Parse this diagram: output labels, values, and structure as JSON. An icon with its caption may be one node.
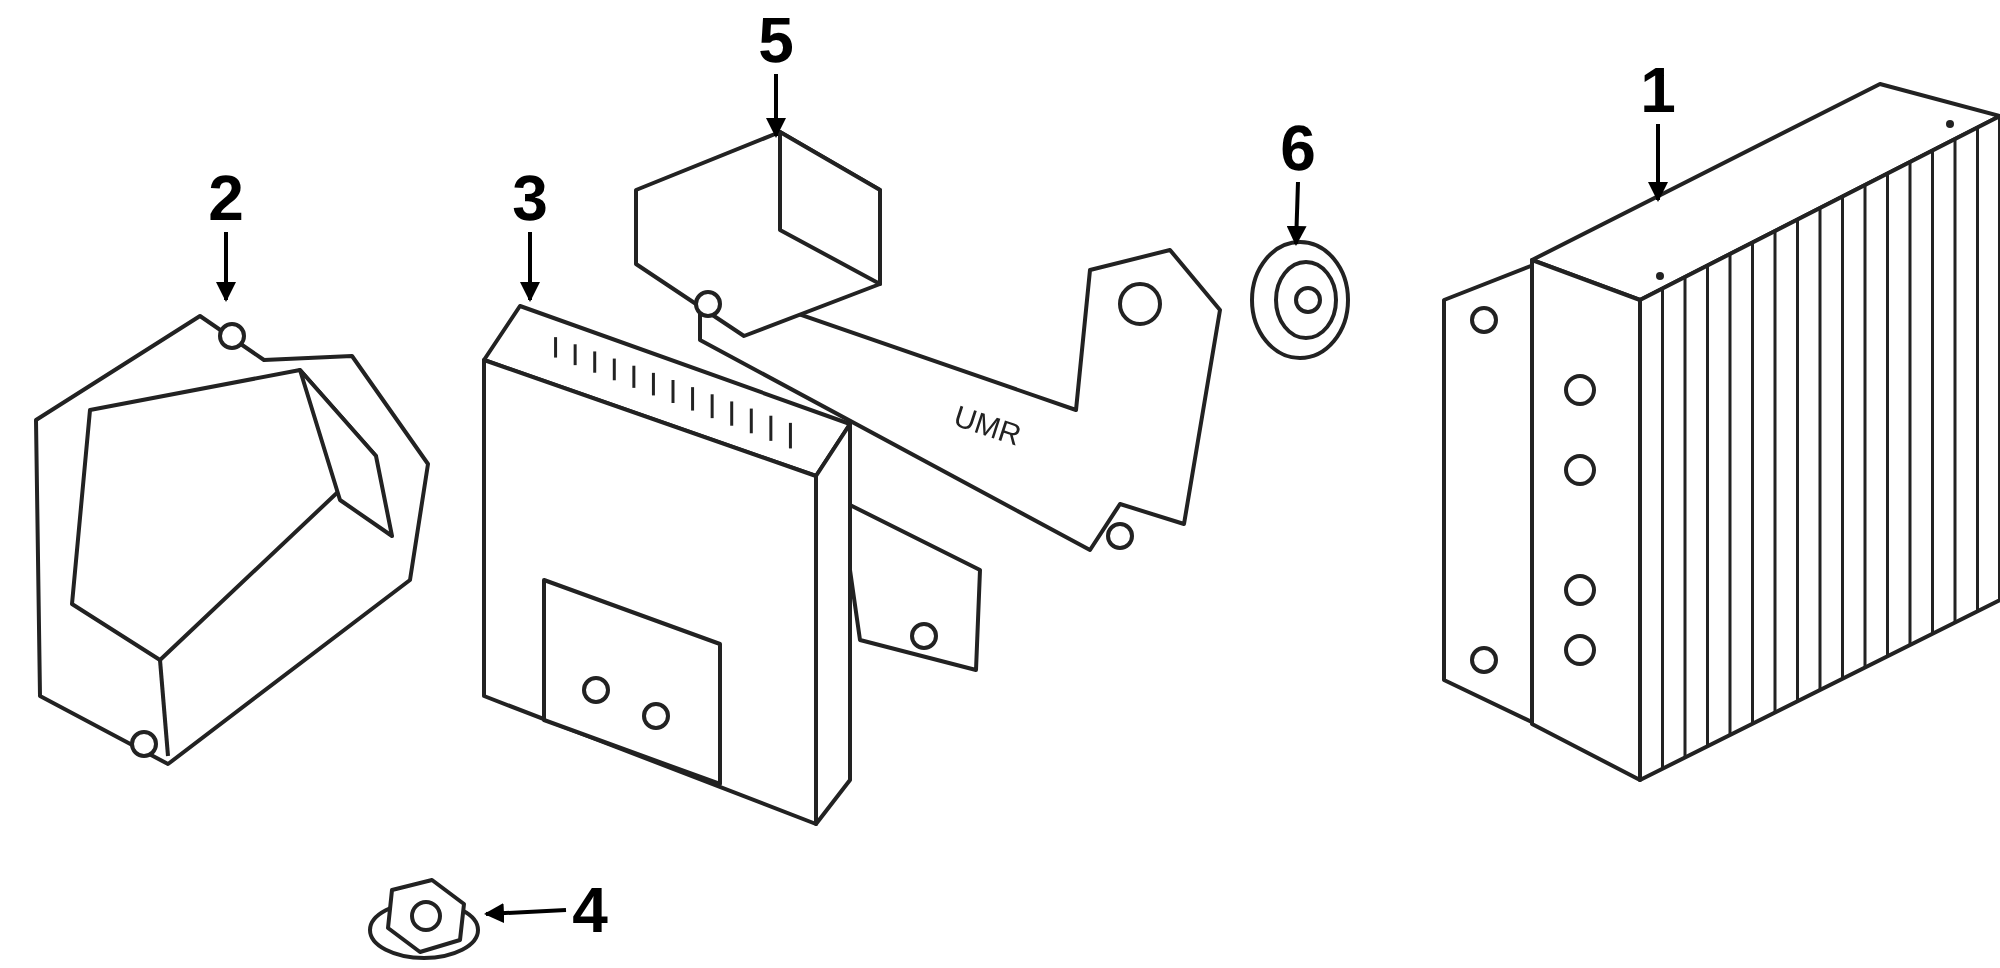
{
  "diagram": {
    "nodes": [
      {
        "text": [
          "1"
        ]
      },
      {
        "text": [
          "2"
        ]
      },
      {
        "text": [
          "3"
        ]
      },
      {
        "text": [
          "4"
        ]
      },
      {
        "text": [
          "5"
        ]
      },
      {
        "text": [
          "6"
        ]
      },
      {
        "text": [],
        "shape": "picture"
      },
      {
        "text": [],
        "shape": "picture"
      },
      {
        "text": [],
        "shape": "picture"
      },
      {
        "text": [],
        "shape": "picture"
      },
      {
        "text": [],
        "shape": "picture"
      },
      {
        "text": [],
        "shape": "picture"
      }
    ],
    "edges": [
      {
        "from": 0,
        "to": 6,
        "arrow": "to"
      },
      {
        "from": 1,
        "to": 7,
        "arrow": "to"
      },
      {
        "from": 2,
        "to": 8,
        "arrow": "to"
      },
      {
        "from": 3,
        "to": 9,
        "arrow": "to"
      },
      {
        "from": 4,
        "to": 10,
        "arrow": "to"
      },
      {
        "from": 5,
        "to": 11,
        "arrow": "to"
      }
    ],
    "labels": [
      "UMR"
    ]
  }
}
